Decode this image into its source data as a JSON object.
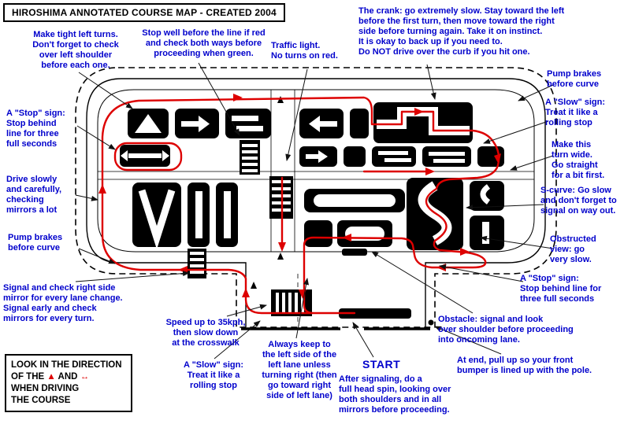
{
  "title": "HIROSHIMA ANNOTATED COURSE MAP - CREATED 2004",
  "colors": {
    "annotation_blue": "#0000CC",
    "route_red": "#DD0000",
    "map_black": "#000000"
  },
  "legend": {
    "line1": "LOOK IN THE DIRECTION",
    "line2_pre": "OF THE",
    "symbol1": "▲",
    "line2_mid": "AND",
    "symbol2": "↔",
    "line3": "WHEN DRIVING",
    "line4": "THE COURSE"
  },
  "annotations": {
    "tight_left_turns": "Make tight left turns.\nDon't forget to check\nover left shoulder\nbefore each one.",
    "stop_line": "Stop well before the line if red\nand check both ways before\nproceeding when green.",
    "traffic_light": "Traffic light.\nNo turns on red.",
    "crank": "The crank:  go extremely slow.  Stay toward the left\nbefore the first turn, then move toward the right\nside before turning again.  Take it on instinct.\nIt is okay to back up if you need to.\nDo NOT drive over the curb if you hit one.",
    "pump_brakes_right": "Pump brakes\nbefore curve",
    "slow_sign_right": "A \"Slow\" sign:\nTreat it like a\nrolling stop",
    "wide_turn": "Make this\nturn wide.\nGo straight\nfor a bit first.",
    "s_curve": "S-curve: Go slow\nand don't forget to\nsignal on way out.",
    "obstructed_view": "Obstructed\nview: go\nvery slow.",
    "stop_sign_right": "A \"Stop\" sign:\nStop behind line for\nthree full seconds",
    "stop_sign_left": "A \"Stop\" sign:\nStop behind\nline for three\nfull seconds",
    "drive_slowly": "Drive slowly\nand carefully,\nchecking\nmirrors a lot",
    "pump_brakes_left": "Pump brakes\nbefore curve",
    "signal_check": "Signal and check right side\nmirror for every lane change.\nSignal early and check\nmirrors for every turn.",
    "speed_up": "Speed up to 35kph,\nthen slow down\nat the crosswalk",
    "slow_sign_bottom": "A \"Slow\" sign:\nTreat it like a\nrolling stop",
    "keep_left": "Always keep to\nthe left side of the\nleft lane unless\nturning right (then\ngo toward right\nside of left lane)",
    "start_label": "START",
    "start_note": "After signaling, do a\nfull head spin, looking over\nboth shoulders and in all\nmirrors before proceeding.",
    "obstacle": "Obstacle:  signal and look\nover shoulder before proceeding\ninto oncoming lane.",
    "pull_up": "At end, pull up so your front\nbumper is lined up with the pole."
  }
}
